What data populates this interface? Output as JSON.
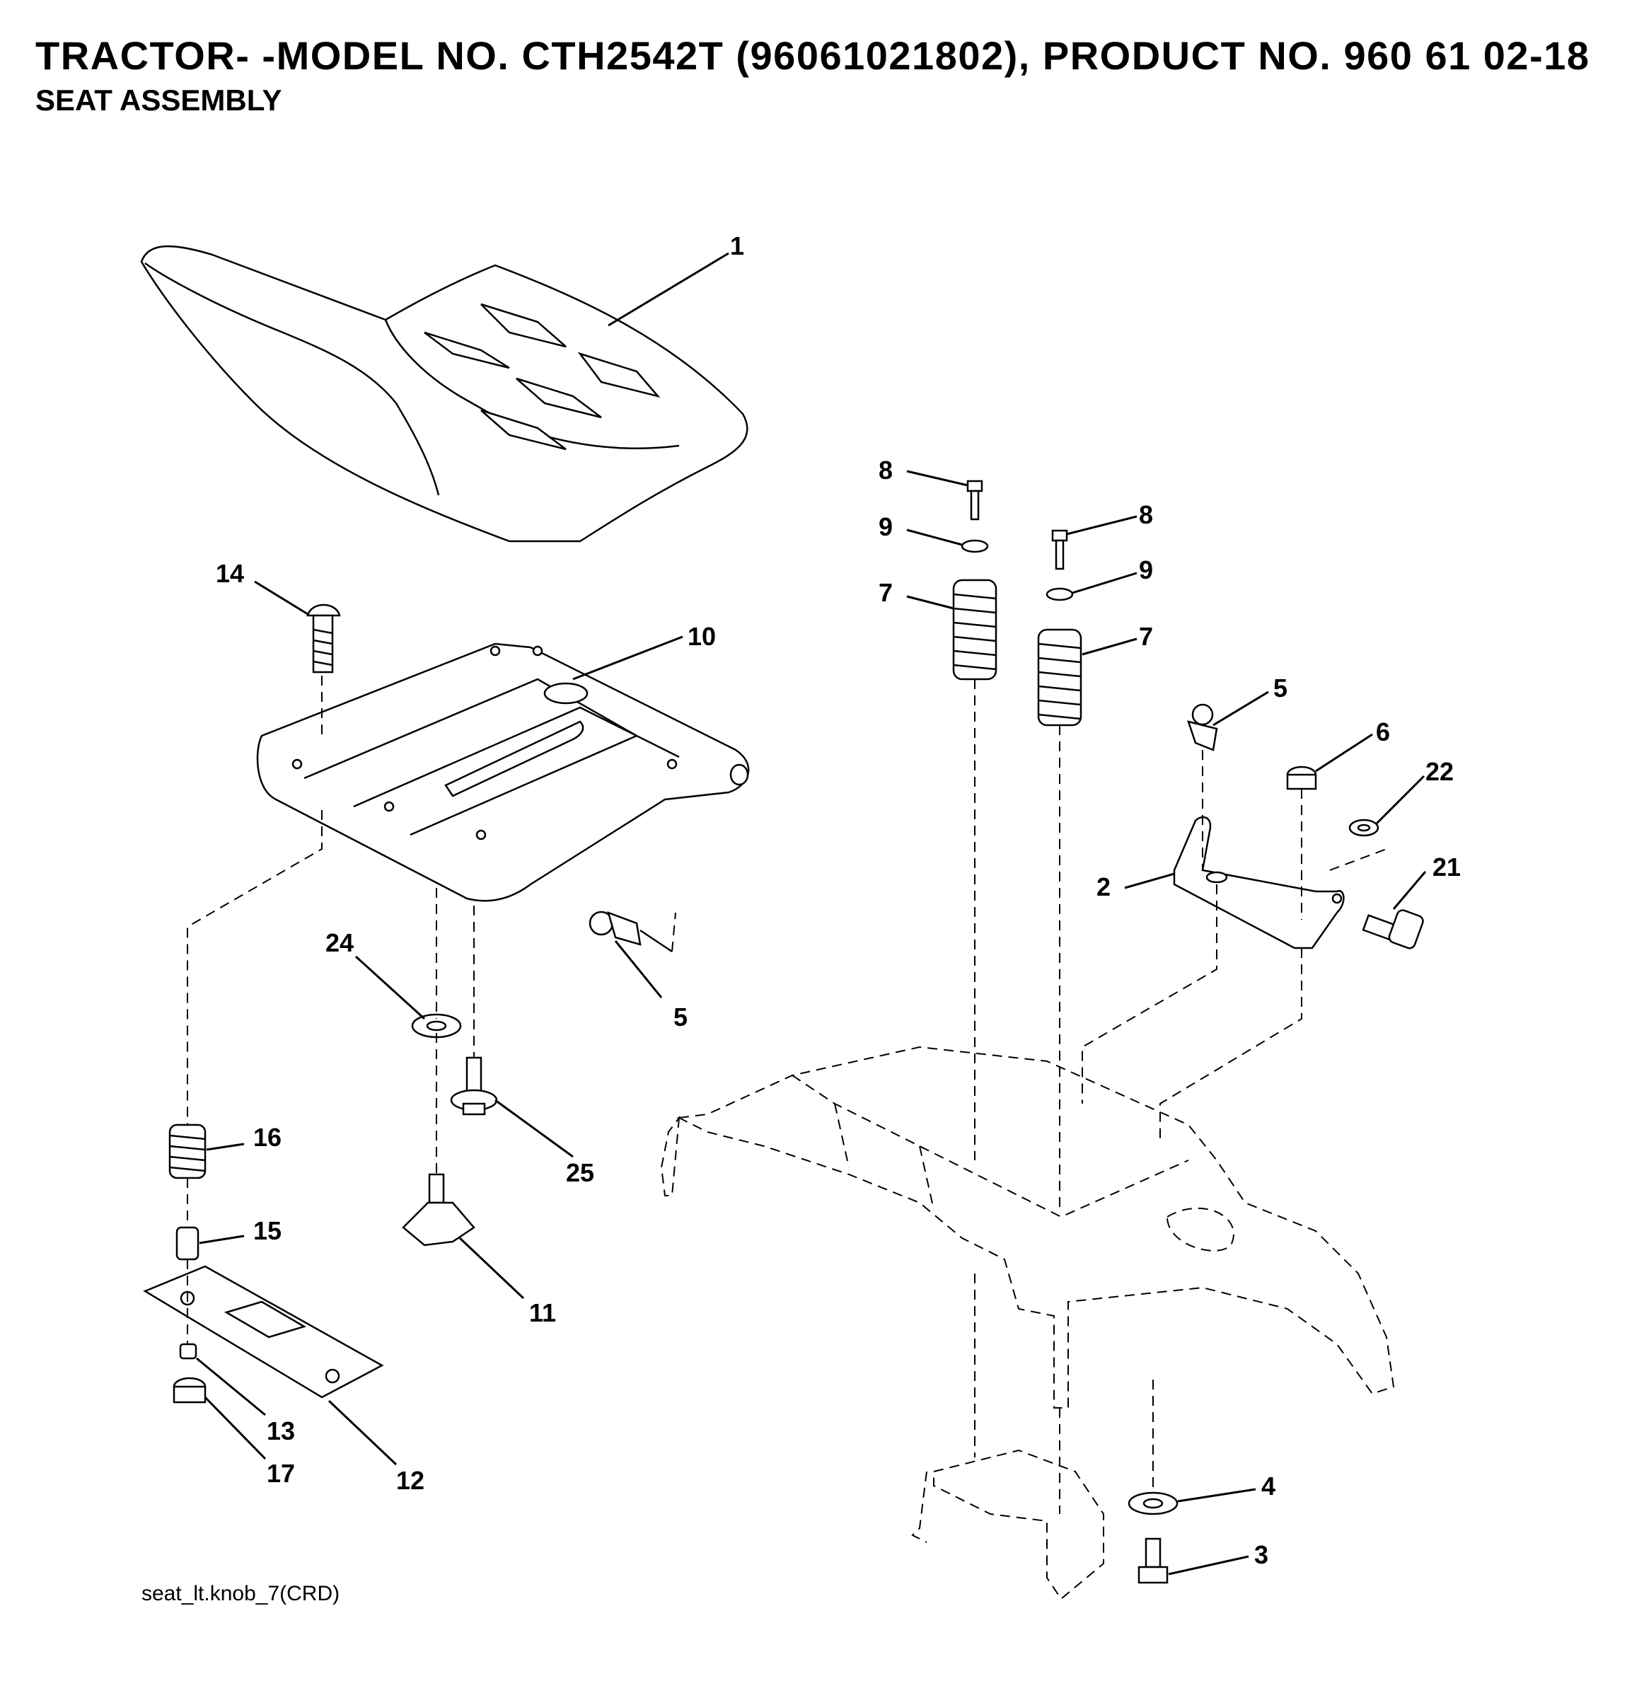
{
  "header": {
    "title": "TRACTOR- -MODEL NO. CTH2542T (96061021802), PRODUCT NO. 960 61 02-18",
    "subtitle": "SEAT ASSEMBLY"
  },
  "footer": {
    "code": "seat_lt.knob_7(CRD)"
  },
  "callouts": [
    {
      "id": "c1",
      "label": "1"
    },
    {
      "id": "c14",
      "label": "14"
    },
    {
      "id": "c10",
      "label": "10"
    },
    {
      "id": "c24",
      "label": "24"
    },
    {
      "id": "c5a",
      "label": "5"
    },
    {
      "id": "c25",
      "label": "25"
    },
    {
      "id": "c16",
      "label": "16"
    },
    {
      "id": "c15",
      "label": "15"
    },
    {
      "id": "c11",
      "label": "11"
    },
    {
      "id": "c13",
      "label": "13"
    },
    {
      "id": "c17",
      "label": "17"
    },
    {
      "id": "c12",
      "label": "12"
    },
    {
      "id": "c8a",
      "label": "8"
    },
    {
      "id": "c9a",
      "label": "9"
    },
    {
      "id": "c7a",
      "label": "7"
    },
    {
      "id": "c8b",
      "label": "8"
    },
    {
      "id": "c9b",
      "label": "9"
    },
    {
      "id": "c7b",
      "label": "7"
    },
    {
      "id": "c5b",
      "label": "5"
    },
    {
      "id": "c6",
      "label": "6"
    },
    {
      "id": "c22",
      "label": "22"
    },
    {
      "id": "c2",
      "label": "2"
    },
    {
      "id": "c21",
      "label": "21"
    },
    {
      "id": "c4",
      "label": "4"
    },
    {
      "id": "c3",
      "label": "3"
    }
  ]
}
